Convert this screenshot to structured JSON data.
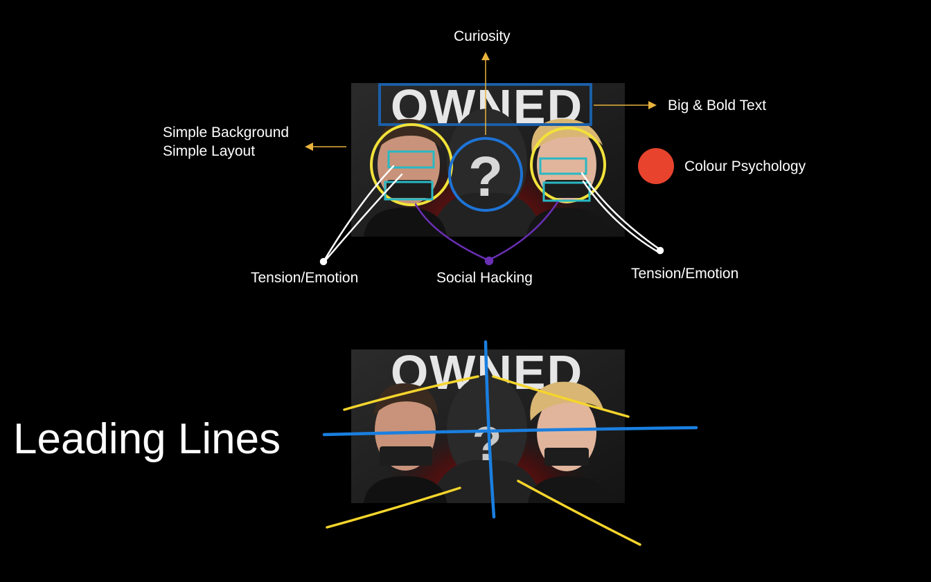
{
  "thumbnail": {
    "title_text": "OWNED",
    "mystery_glyph": "?"
  },
  "annotations": {
    "curiosity": "Curiosity",
    "big_bold_text": "Big & Bold Text",
    "simple_background": "Simple Background",
    "simple_layout": "Simple Layout",
    "colour_psychology": "Colour Psychology",
    "tension_left": "Tension/Emotion",
    "social_hacking": "Social Hacking",
    "tension_right": "Tension/Emotion"
  },
  "leading_lines_heading": "Leading Lines",
  "colors": {
    "background": "#000000",
    "arrow": "#e8b23c",
    "frame_blue": "#1b5fa8",
    "circle_yellow": "#f2e23a",
    "eye_box_teal": "#29b8c4",
    "question_circle": "#1e73d6",
    "social_purple": "#6a2fb4",
    "colour_dot": "#e8432d",
    "leading_yellow": "#f5d52c",
    "leading_blue": "#1a7fe0"
  },
  "icons": [
    "question-mark-icon",
    "red-dot-icon"
  ]
}
